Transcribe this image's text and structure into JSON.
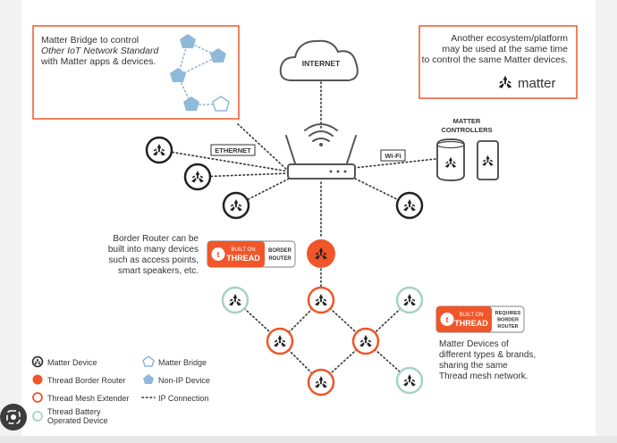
{
  "colors": {
    "orange": "#f0562a",
    "green": "#a6d2c7",
    "blue": "#8fb9d9",
    "dark": "#222222",
    "grey": "#333333"
  },
  "top_left_box": {
    "line1": "Matter Bridge to control",
    "line2": "Other IoT Network Standard",
    "line3": "with Matter apps & devices."
  },
  "top_right_box": {
    "line1": "Another ecosystem/platform",
    "line2": "may be used at the same time",
    "line3": "to control the same Matter devices.",
    "brand": "matter"
  },
  "cloud_label": "INTERNET",
  "ethernet_label": "ETHERNET",
  "wifi_label": "Wi-Fi",
  "controllers_label": [
    "MATTER",
    "CONTROLLERS"
  ],
  "border_router_text": [
    "Border Router can be",
    "built into many devices",
    "such as access points,",
    "smart speakers, etc."
  ],
  "badge_border": {
    "top": "BUILT ON",
    "main": "THREAD",
    "tag1": "BORDER",
    "tag2": "ROUTER"
  },
  "badge_requires": {
    "top": "BUILT ON",
    "main": "THREAD",
    "tag1": "REQUIRES",
    "tag2": "BORDER",
    "tag3": "ROUTER"
  },
  "mesh_text": [
    "Matter Devices of",
    "different types & brands,",
    "sharing the same",
    "Thread mesh network."
  ],
  "legend": {
    "matter_device": "Matter Device",
    "thread_border_router": "Thread Border Router",
    "thread_mesh_extender": "Thread Mesh Extender",
    "thread_battery_1": "Thread Battery",
    "thread_battery_2": "Operated Device",
    "matter_bridge": "Matter Bridge",
    "non_ip_device": "Non-IP Device",
    "ip_connection": "IP Connection"
  }
}
